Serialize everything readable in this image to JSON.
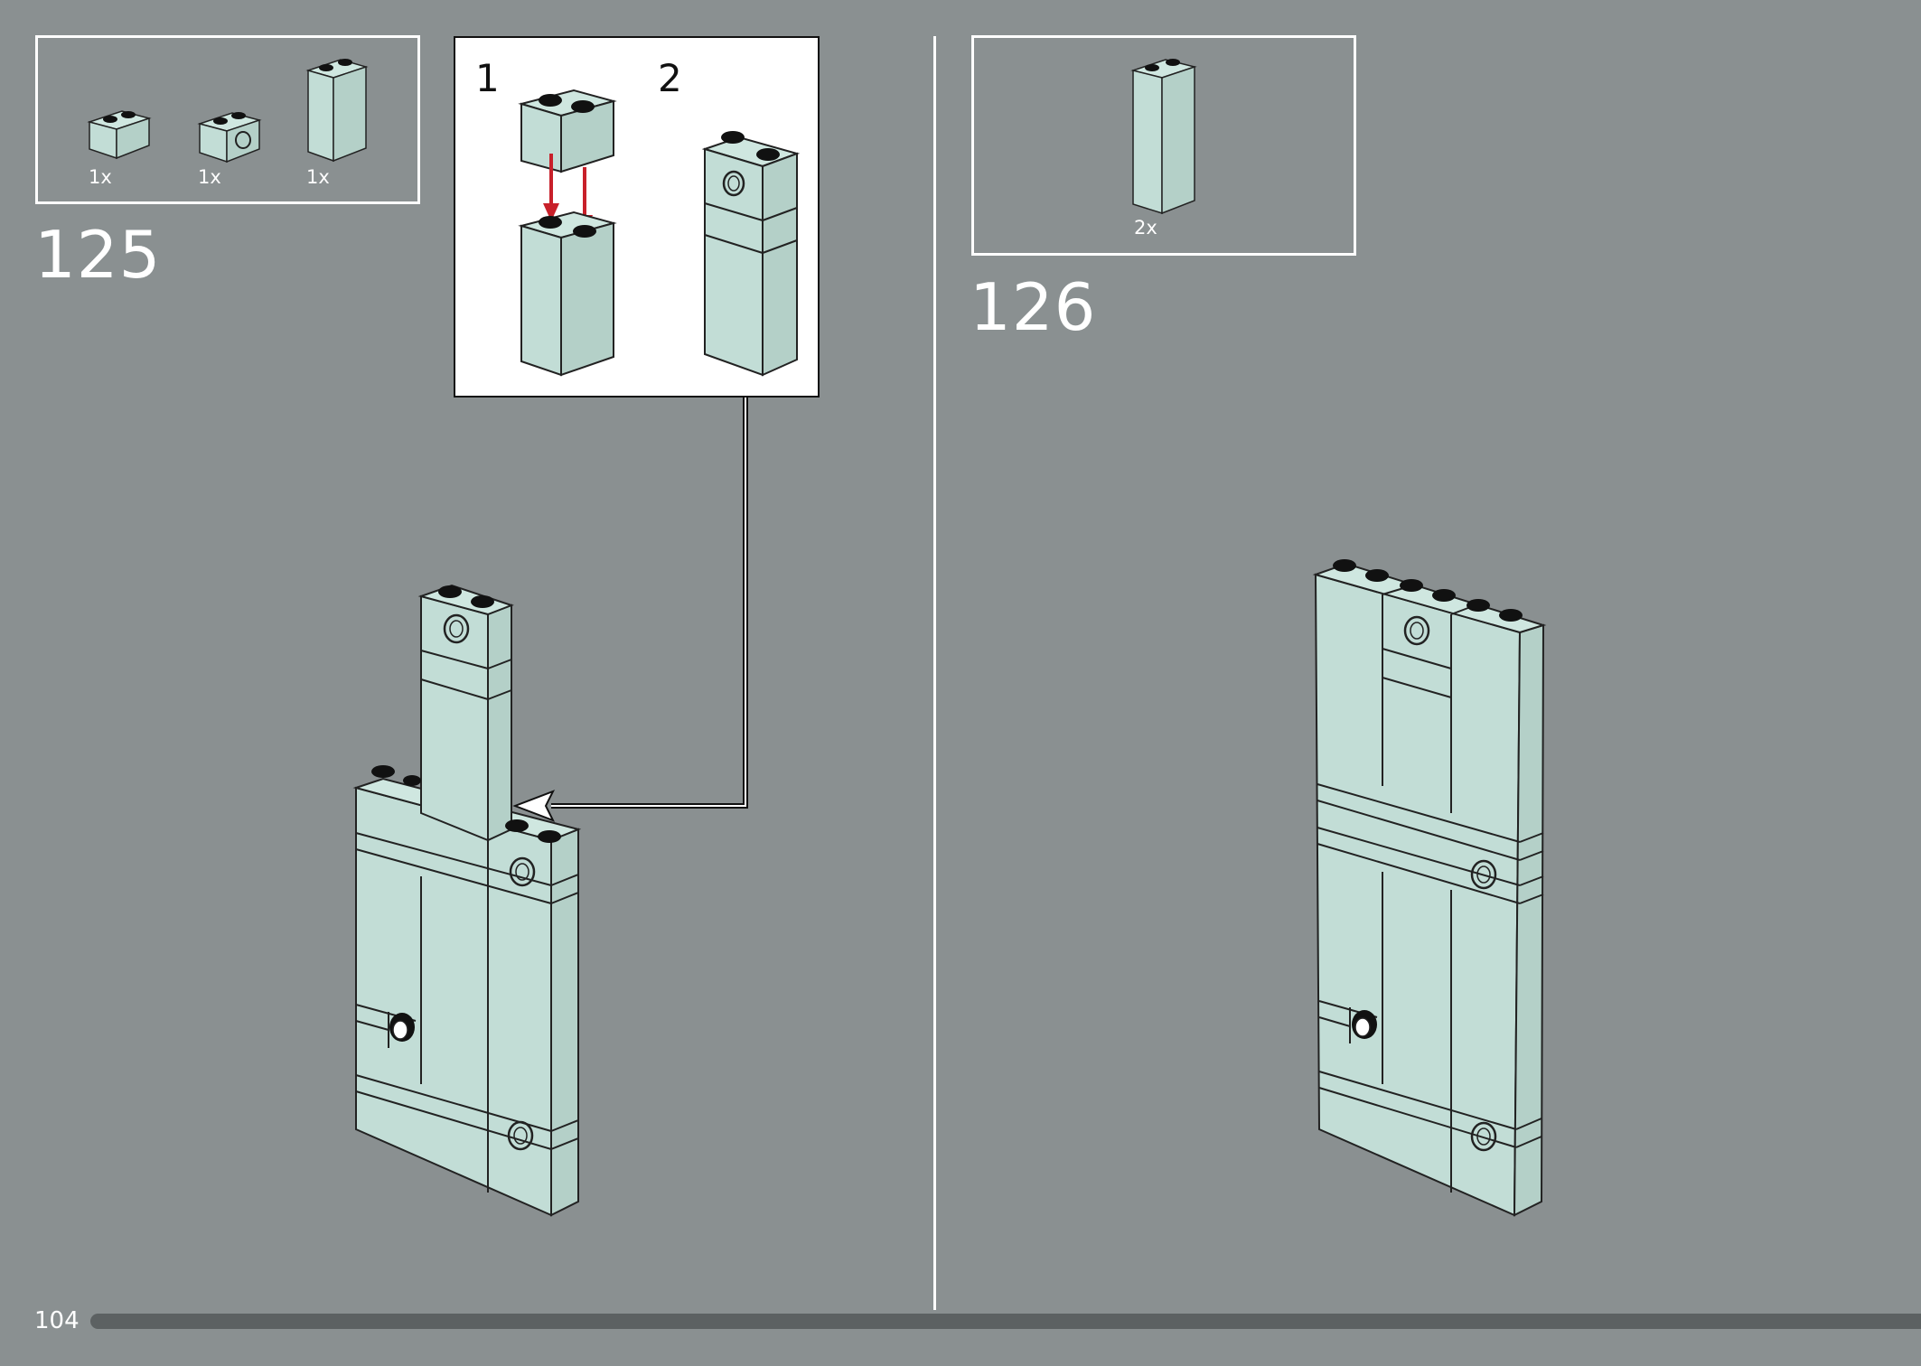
{
  "colors": {
    "background": "#8a9091",
    "brick_face": "#c2ddd6",
    "brick_top": "#cfe7e0",
    "brick_side": "#b4d0c8",
    "stud": "#111111",
    "arrow_red": "#c8202a",
    "progress_bar": "#5c6162"
  },
  "step125": {
    "number": "125",
    "parts": [
      {
        "name": "brick-1x2",
        "qty": "1x"
      },
      {
        "name": "technic-brick-1x2-hole",
        "qty": "1x"
      },
      {
        "name": "brick-1x2x3",
        "qty": "1x"
      }
    ],
    "callout": {
      "substeps": [
        "1",
        "2"
      ]
    }
  },
  "step126": {
    "number": "126",
    "parts": [
      {
        "name": "brick-1x2x3",
        "qty": "2x"
      }
    ]
  },
  "footer": {
    "page_number": "104"
  }
}
